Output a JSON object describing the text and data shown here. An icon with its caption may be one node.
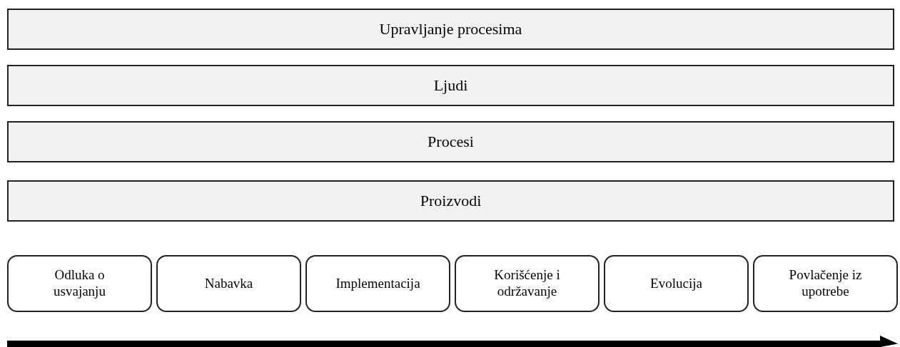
{
  "diagram": {
    "nodes": [
      {
        "text": [
          "Upravljanje procesima"
        ]
      },
      {
        "text": [
          "Ljudi"
        ]
      },
      {
        "text": [
          "Procesi"
        ]
      },
      {
        "text": [
          "Proizvodi"
        ]
      },
      {
        "text": [
          "Odluka o usvajanju"
        ]
      },
      {
        "text": [
          "Nabavka"
        ]
      },
      {
        "text": [
          "Implementacija"
        ]
      },
      {
        "text": [
          "Korišćenje i održavanje"
        ]
      },
      {
        "text": [
          "Evolucija"
        ]
      },
      {
        "text": [
          "Povlačenje iz upotrebe"
        ]
      }
    ]
  }
}
